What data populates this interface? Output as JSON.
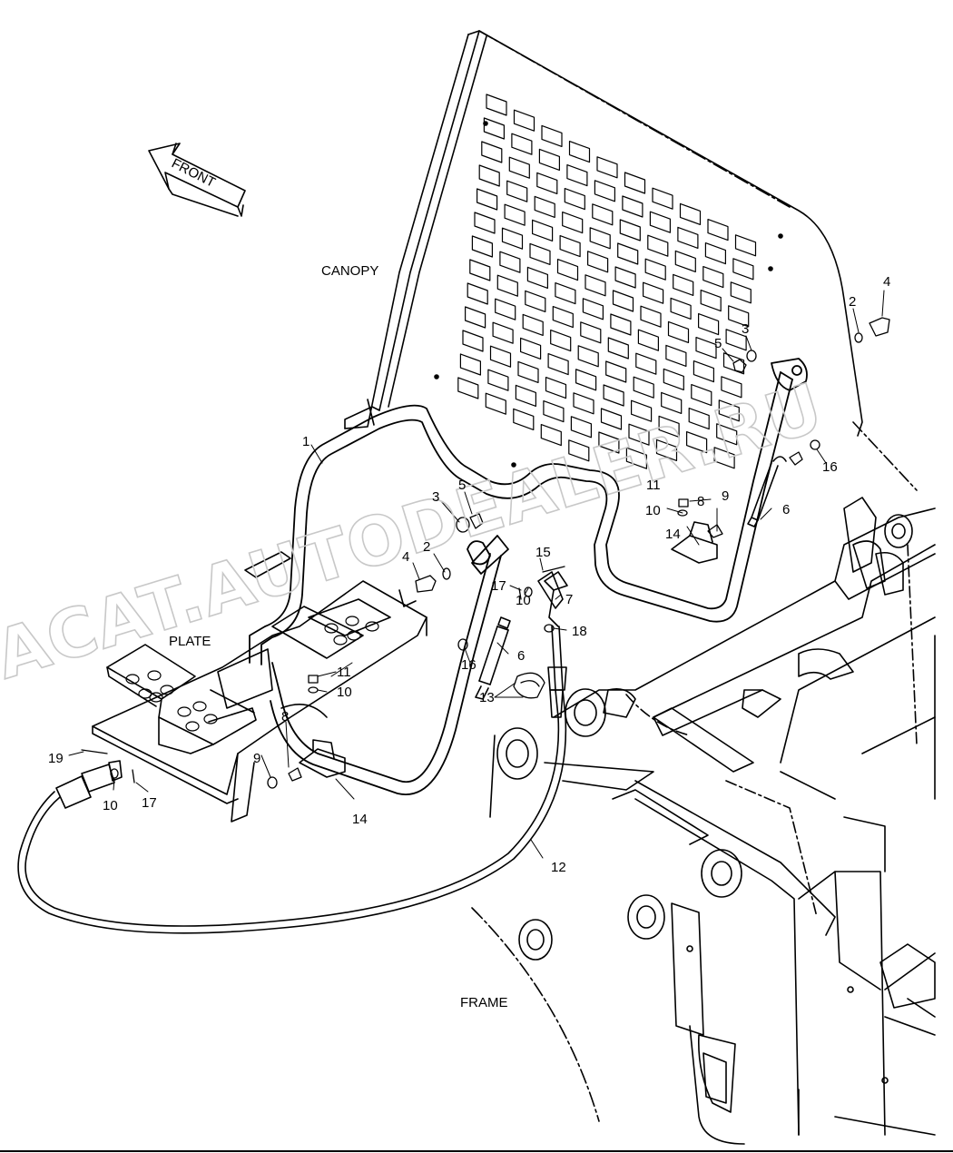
{
  "diagram": {
    "direction_arrow": "FRONT",
    "components": {
      "canopy": "CANOPY",
      "plate": "PLATE",
      "frame": "FRAME"
    },
    "watermark": "ACAT.AUTODEALER.RU",
    "callouts": {
      "c1": "1",
      "c2a": "2",
      "c2b": "2",
      "c3a": "3",
      "c3b": "3",
      "c4a": "4",
      "c4b": "4",
      "c5a": "5",
      "c5b": "5",
      "c6a": "6",
      "c6b": "6",
      "c7": "7",
      "c8a": "8",
      "c8b": "8",
      "c9a": "9",
      "c9b": "9",
      "c10a": "10",
      "c10b": "10",
      "c10c": "10",
      "c10d": "10",
      "c11a": "11",
      "c11b": "11",
      "c12": "12",
      "c13": "13",
      "c14a": "14",
      "c14b": "14",
      "c15": "15",
      "c16a": "16",
      "c16b": "16",
      "c17a": "17",
      "c17b": "17",
      "c18": "18",
      "c19": "19"
    }
  }
}
